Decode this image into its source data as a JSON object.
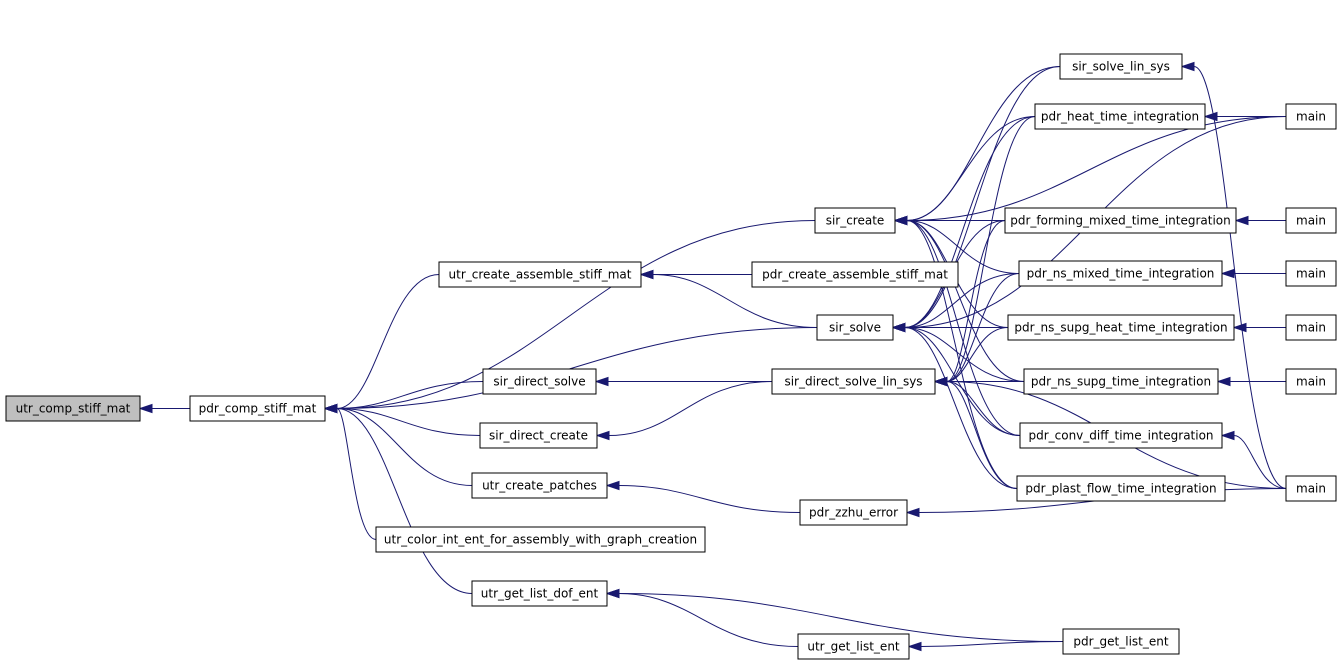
{
  "colors": {
    "edge": "#191970",
    "node_fill": "#ffffff",
    "node_highlight_fill": "#bfbfbf",
    "node_border": "#000000"
  },
  "nodes": [
    {
      "id": "utr_comp_stiff_mat",
      "label": "utr_comp_stiff_mat",
      "highlighted": true
    },
    {
      "id": "pdr_comp_stiff_mat",
      "label": "pdr_comp_stiff_mat"
    },
    {
      "id": "utr_create_assemble_stiff_mat",
      "label": "utr_create_assemble_stiff_mat"
    },
    {
      "id": "sir_direct_solve",
      "label": "sir_direct_solve"
    },
    {
      "id": "sir_direct_create",
      "label": "sir_direct_create"
    },
    {
      "id": "utr_create_patches",
      "label": "utr_create_patches"
    },
    {
      "id": "utr_color_int_ent_for_assembly_with_graph_creation",
      "label": "utr_color_int_ent_for_assembly_with_graph_creation"
    },
    {
      "id": "utr_get_list_dof_ent",
      "label": "utr_get_list_dof_ent"
    },
    {
      "id": "sir_create",
      "label": "sir_create"
    },
    {
      "id": "pdr_create_assemble_stiff_mat",
      "label": "pdr_create_assemble_stiff_mat"
    },
    {
      "id": "sir_solve",
      "label": "sir_solve"
    },
    {
      "id": "sir_direct_solve_lin_sys",
      "label": "sir_direct_solve_lin_sys"
    },
    {
      "id": "pdr_zzhu_error",
      "label": "pdr_zzhu_error"
    },
    {
      "id": "utr_get_list_ent",
      "label": "utr_get_list_ent"
    },
    {
      "id": "sir_solve_lin_sys",
      "label": "sir_solve_lin_sys"
    },
    {
      "id": "pdr_heat_time_integration",
      "label": "pdr_heat_time_integration"
    },
    {
      "id": "pdr_forming_mixed_time_integration",
      "label": "pdr_forming_mixed_time_integration"
    },
    {
      "id": "pdr_ns_mixed_time_integration",
      "label": "pdr_ns_mixed_time_integration"
    },
    {
      "id": "pdr_ns_supg_heat_time_integration",
      "label": "pdr_ns_supg_heat_time_integration"
    },
    {
      "id": "pdr_ns_supg_time_integration",
      "label": "pdr_ns_supg_time_integration"
    },
    {
      "id": "pdr_conv_diff_time_integration",
      "label": "pdr_conv_diff_time_integration"
    },
    {
      "id": "pdr_plast_flow_time_integration",
      "label": "pdr_plast_flow_time_integration"
    },
    {
      "id": "pdr_get_list_ent",
      "label": "pdr_get_list_ent"
    },
    {
      "id": "main_1",
      "label": "main"
    },
    {
      "id": "main_2",
      "label": "main"
    },
    {
      "id": "main_3",
      "label": "main"
    },
    {
      "id": "main_4",
      "label": "main"
    },
    {
      "id": "main_5",
      "label": "main"
    },
    {
      "id": "main_6",
      "label": "main"
    }
  ],
  "edges": [
    {
      "from": "pdr_comp_stiff_mat",
      "to": "utr_comp_stiff_mat"
    },
    {
      "from": "utr_create_assemble_stiff_mat",
      "to": "pdr_comp_stiff_mat"
    },
    {
      "from": "sir_create",
      "to": "pdr_comp_stiff_mat"
    },
    {
      "from": "sir_solve",
      "to": "pdr_comp_stiff_mat"
    },
    {
      "from": "sir_direct_solve",
      "to": "pdr_comp_stiff_mat"
    },
    {
      "from": "sir_direct_create",
      "to": "pdr_comp_stiff_mat"
    },
    {
      "from": "utr_create_patches",
      "to": "pdr_comp_stiff_mat"
    },
    {
      "from": "utr_color_int_ent_for_assembly_with_graph_creation",
      "to": "pdr_comp_stiff_mat"
    },
    {
      "from": "utr_get_list_dof_ent",
      "to": "pdr_comp_stiff_mat"
    },
    {
      "from": "pdr_create_assemble_stiff_mat",
      "to": "utr_create_assemble_stiff_mat"
    },
    {
      "from": "sir_solve",
      "to": "utr_create_assemble_stiff_mat"
    },
    {
      "from": "sir_direct_solve_lin_sys",
      "to": "sir_direct_solve"
    },
    {
      "from": "sir_direct_solve_lin_sys",
      "to": "sir_direct_create"
    },
    {
      "from": "pdr_zzhu_error",
      "to": "utr_create_patches"
    },
    {
      "from": "utr_get_list_ent",
      "to": "utr_get_list_dof_ent"
    },
    {
      "from": "pdr_get_list_ent",
      "to": "utr_get_list_dof_ent"
    },
    {
      "from": "pdr_get_list_ent",
      "to": "utr_get_list_ent"
    },
    {
      "from": "sir_solve_lin_sys",
      "to": "sir_create"
    },
    {
      "from": "pdr_heat_time_integration",
      "to": "sir_create"
    },
    {
      "from": "pdr_forming_mixed_time_integration",
      "to": "sir_create"
    },
    {
      "from": "pdr_ns_mixed_time_integration",
      "to": "sir_create"
    },
    {
      "from": "pdr_ns_supg_heat_time_integration",
      "to": "sir_create"
    },
    {
      "from": "pdr_ns_supg_time_integration",
      "to": "sir_create"
    },
    {
      "from": "pdr_conv_diff_time_integration",
      "to": "sir_create"
    },
    {
      "from": "pdr_plast_flow_time_integration",
      "to": "sir_create"
    },
    {
      "from": "main_1",
      "to": "sir_create"
    },
    {
      "from": "sir_solve_lin_sys",
      "to": "sir_solve"
    },
    {
      "from": "pdr_heat_time_integration",
      "to": "sir_solve"
    },
    {
      "from": "pdr_forming_mixed_time_integration",
      "to": "sir_solve"
    },
    {
      "from": "pdr_ns_mixed_time_integration",
      "to": "sir_solve"
    },
    {
      "from": "pdr_ns_supg_heat_time_integration",
      "to": "sir_solve"
    },
    {
      "from": "pdr_ns_supg_time_integration",
      "to": "sir_solve"
    },
    {
      "from": "pdr_conv_diff_time_integration",
      "to": "sir_solve"
    },
    {
      "from": "pdr_plast_flow_time_integration",
      "to": "sir_solve"
    },
    {
      "from": "main_1",
      "to": "sir_solve"
    },
    {
      "from": "pdr_heat_time_integration",
      "to": "sir_direct_solve_lin_sys"
    },
    {
      "from": "pdr_forming_mixed_time_integration",
      "to": "sir_direct_solve_lin_sys"
    },
    {
      "from": "pdr_ns_mixed_time_integration",
      "to": "sir_direct_solve_lin_sys"
    },
    {
      "from": "pdr_ns_supg_heat_time_integration",
      "to": "sir_direct_solve_lin_sys"
    },
    {
      "from": "pdr_ns_supg_time_integration",
      "to": "sir_direct_solve_lin_sys"
    },
    {
      "from": "pdr_conv_diff_time_integration",
      "to": "sir_direct_solve_lin_sys"
    },
    {
      "from": "pdr_plast_flow_time_integration",
      "to": "sir_direct_solve_lin_sys"
    },
    {
      "from": "main_6",
      "to": "sir_direct_solve_lin_sys"
    },
    {
      "from": "main_6",
      "to": "pdr_zzhu_error"
    },
    {
      "from": "main_6",
      "to": "sir_solve_lin_sys"
    },
    {
      "from": "main_6",
      "to": "pdr_conv_diff_time_integration"
    },
    {
      "from": "main_1",
      "to": "pdr_heat_time_integration"
    },
    {
      "from": "main_2",
      "to": "pdr_forming_mixed_time_integration"
    },
    {
      "from": "main_3",
      "to": "pdr_ns_mixed_time_integration"
    },
    {
      "from": "main_4",
      "to": "pdr_ns_supg_heat_time_integration"
    },
    {
      "from": "main_5",
      "to": "pdr_ns_supg_time_integration"
    }
  ]
}
